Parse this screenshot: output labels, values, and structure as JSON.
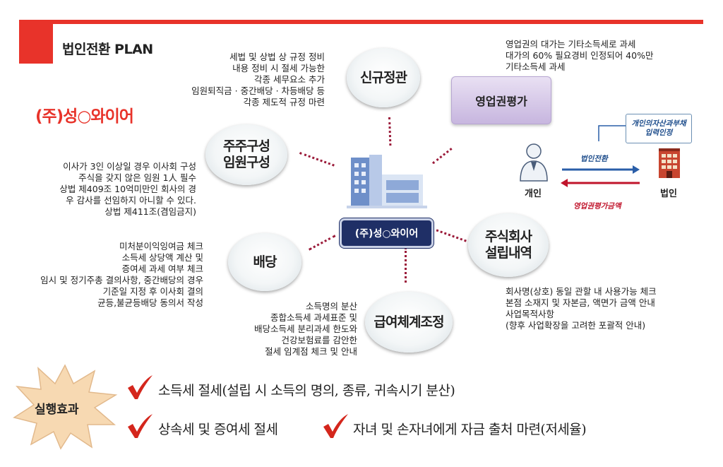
{
  "header": {
    "title": "법인전환 PLAN"
  },
  "company": "(주)성○와이어",
  "center_label": "(주)성○와이어",
  "bubbles": {
    "new_articles": [
      "신규정관"
    ],
    "shareholders": [
      "주주구성",
      "임원구성"
    ],
    "dividend": [
      "배당"
    ],
    "company_setup": [
      "주식회사",
      "설립내역"
    ],
    "salary": [
      "급여체계조정"
    ]
  },
  "goodwill_box": "영업권평가",
  "notes": {
    "new_articles": [
      "세법 및 상법 상 규정 정비",
      "내용 정비 시 절세 가능한",
      "각종 세무요소 추가",
      "임원퇴직금 · 중간배당 · 차등배당 등",
      "각종 제도적 규정 마련"
    ],
    "shareholders": [
      "이사가 3인 이상일 경우 이사회 구성",
      "주식을 갖지 않은 임원 1人 필수",
      "상법 제409조 10억미만인 회사의 경",
      "우 감사를 선임하지 아니할 수 있다.",
      "상법 제411조(겸임금지)"
    ],
    "dividend": [
      "미처분이익잉여금 체크",
      "소득세 상당액 계산 및",
      "증여세 과세 여부 체크",
      "임시 및 정기주총 결의사항, 중간배당의 경우",
      "기준일 지정 후 이사회 결의",
      "균등,불균등배당 동의서 작성"
    ],
    "salary": [
      "소득명의 분산",
      "종합소득세  과세표준 및",
      "배당소득세 분리과세 한도와",
      "건강보험료를 감안한",
      "절세 임계점  체크 및 안내"
    ],
    "company_setup": [
      "회사명(상호) 동일 관할 내 사용가능 체크",
      "본점 소재지 및 자본금, 액면가 금액 안내",
      "사업목적사항",
      "(향후 사업확장을 고려한 포괄적 안내)"
    ],
    "goodwill": [
      "영업권의 대가는 기타소득세로 과세",
      "대가의 60% 필요경비 인정되어 40%만",
      "기타소득세 과세"
    ]
  },
  "transfer": {
    "person_label": "개인",
    "corp_label": "법인",
    "to_corp": "법인전환",
    "to_person": "영업권평가금액",
    "note": [
      "개인의자산과부채",
      "입력인정"
    ]
  },
  "effects": {
    "label": "실행효과",
    "items": [
      "소득세 절세(설립 시 소득의 명의, 종류, 귀속시기 분산)",
      "상속세 및 증여세 절세",
      "자녀 및 손자녀에게 자금 출처 마련(저세율)"
    ]
  },
  "colors": {
    "accent": "#e8332a",
    "navy": "#1f2f66",
    "lavender": "#d8cbe9",
    "arrow_blue": "#2a5ea8",
    "arrow_red": "#c0142b"
  }
}
